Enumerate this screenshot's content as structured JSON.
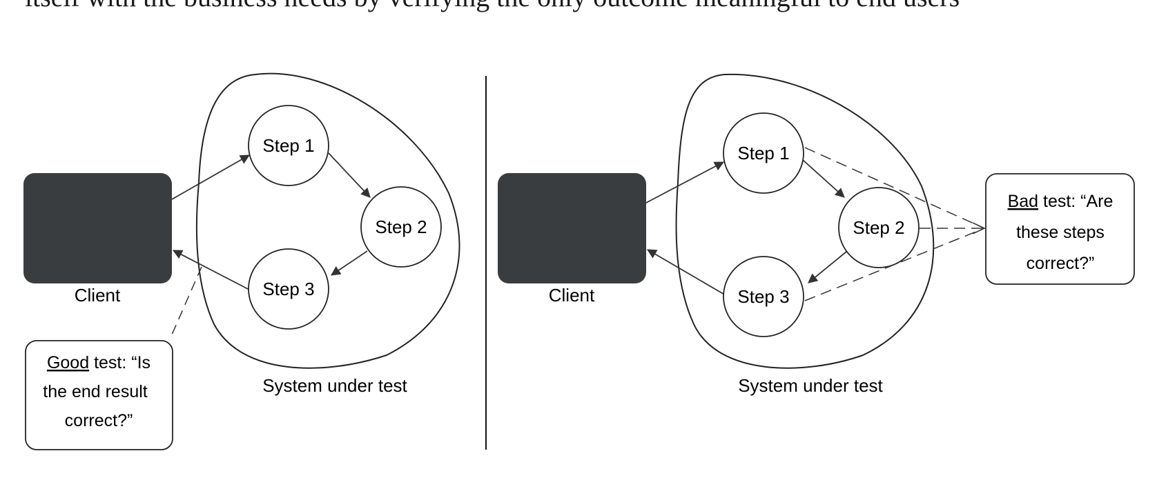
{
  "header": {
    "text": "itself with the business needs by verifying the only outcome meaningful to end users"
  },
  "left_panel": {
    "client_label": "Client",
    "system_label": "System under test",
    "steps": [
      "Step 1",
      "Step 2",
      "Step 3"
    ],
    "note": {
      "keyword": "Good",
      "line1_rest": " test: “Is",
      "line2": "the end result",
      "line3": "correct?”"
    }
  },
  "right_panel": {
    "client_label": "Client",
    "system_label": "System under test",
    "steps": [
      "Step 1",
      "Step 2",
      "Step 3"
    ],
    "note": {
      "keyword": "Bad",
      "line1_rest": " test: “Are",
      "line2": "these steps",
      "line3": "correct?”"
    }
  },
  "colors": {
    "client_fill": "#3a3d40",
    "line": "#222222"
  }
}
